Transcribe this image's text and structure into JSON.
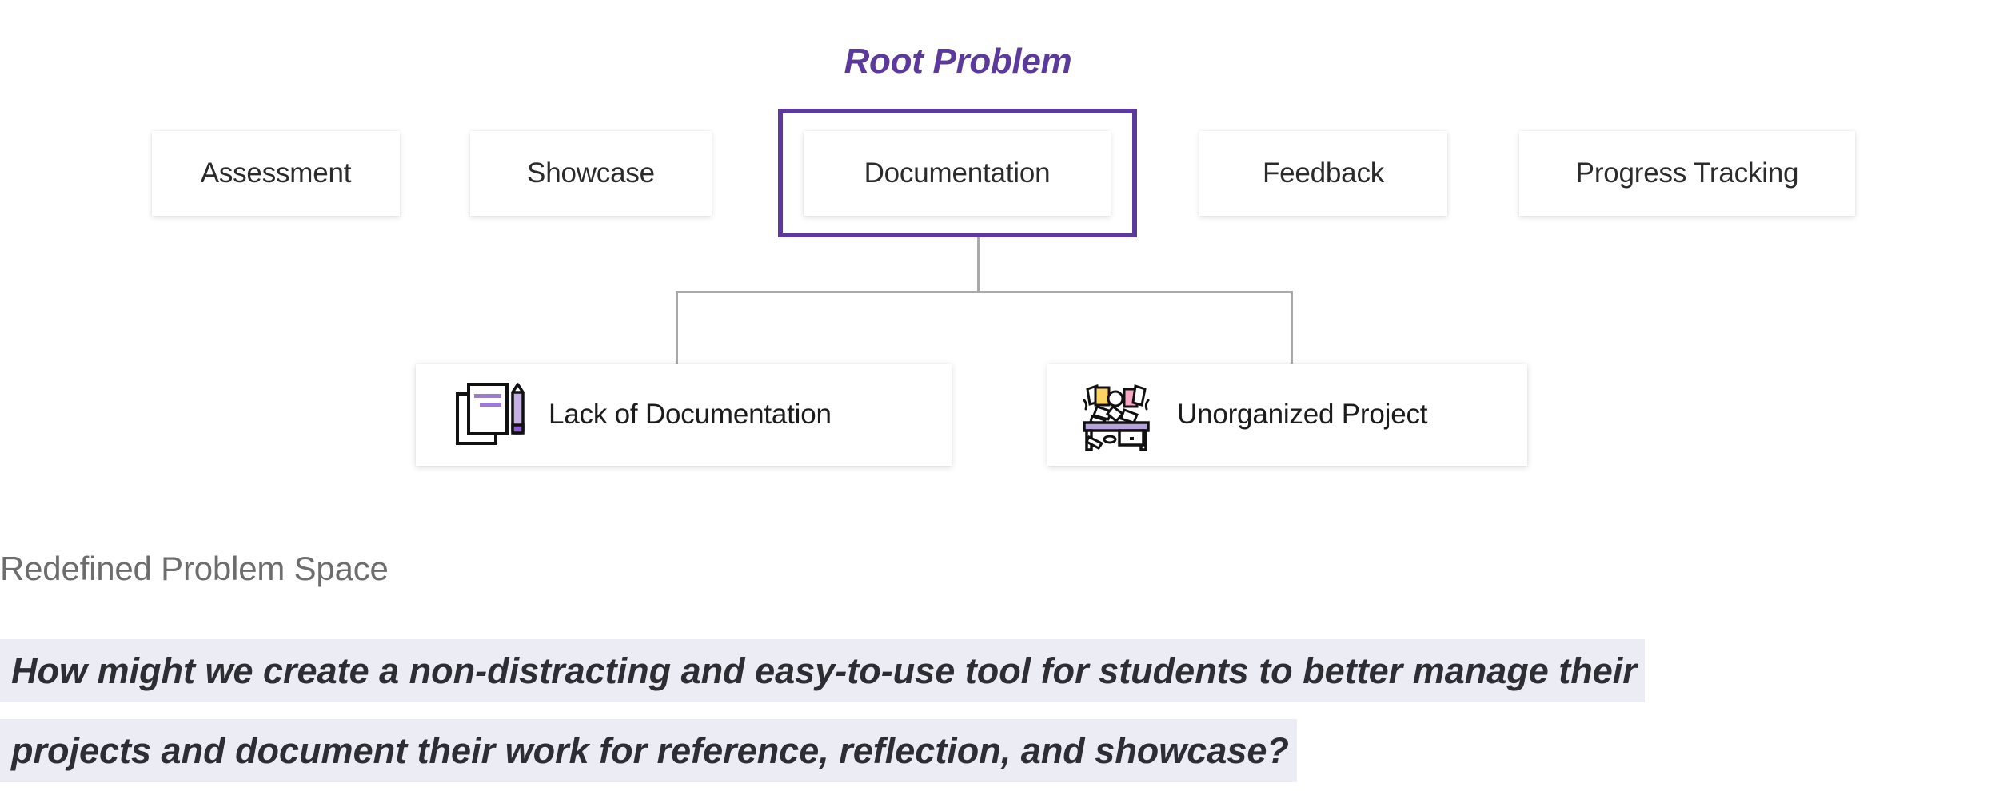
{
  "root_problem": {
    "title": "Root Problem",
    "accent_color": "#5B3A9B",
    "highlighted_category": "Documentation"
  },
  "categories": [
    {
      "label": "Assessment",
      "highlighted": false
    },
    {
      "label": "Showcase",
      "highlighted": false
    },
    {
      "label": "Documentation",
      "highlighted": true
    },
    {
      "label": "Feedback",
      "highlighted": false
    },
    {
      "label": "Progress Tracking",
      "highlighted": false
    }
  ],
  "issues": [
    {
      "label": "Lack of Documentation",
      "icon": "documents-with-pencil-icon"
    },
    {
      "label": "Unorganized Project",
      "icon": "messy-desk-icon"
    }
  ],
  "redefined_problem": {
    "heading": "Redefined Problem Space",
    "heading_color": "#6d6d6d",
    "highlight_color": "#ECEDF4",
    "statement_lines": [
      "How might we create a non-distracting and easy-to-use tool for students to better manage their",
      "projects and document their work for reference, reflection, and showcase?"
    ]
  }
}
